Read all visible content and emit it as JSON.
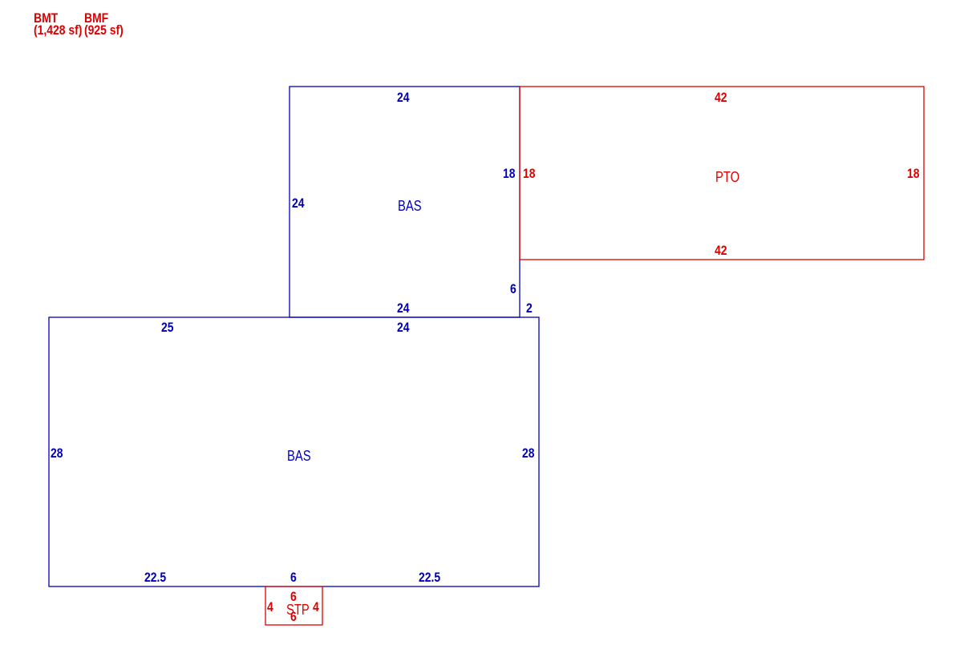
{
  "colors": {
    "living": "#0000bb",
    "other": "#dd0000"
  },
  "legend": [
    {
      "code": "BMT",
      "area": "(1,428 sf)"
    },
    {
      "code": "BMF",
      "area": "(925 sf)"
    }
  ],
  "areas": {
    "upper_bas": {
      "label": "BAS",
      "dims": {
        "top": "24",
        "left": "24",
        "right": "18",
        "right_lower": "6",
        "bottom": "24"
      }
    },
    "pto": {
      "label": "PTO",
      "dims": {
        "top": "42",
        "left": "18",
        "right": "18",
        "bottom": "42"
      }
    },
    "lower_bas": {
      "label": "BAS",
      "dims": {
        "step_right": "2",
        "top_left": "25",
        "top_right": "24",
        "left": "28",
        "right": "28",
        "bottom_left": "22.5",
        "bottom_mid": "6",
        "bottom_right": "22.5"
      }
    },
    "stp": {
      "label": "STP",
      "dims": {
        "top": "6",
        "left": "4",
        "right": "4",
        "bottom": "6"
      }
    }
  }
}
